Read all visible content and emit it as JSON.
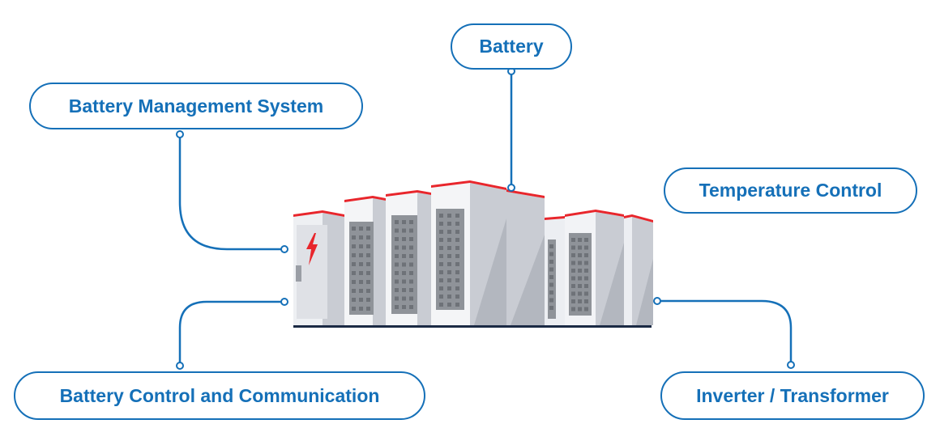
{
  "diagram": {
    "subject": "Battery energy storage system",
    "accent_color": "#1570b8",
    "highlight_color": "#e8262c",
    "components": [
      {
        "id": "battery",
        "label": "Battery",
        "connected": true
      },
      {
        "id": "bms",
        "label": "Battery Management System",
        "connected": true
      },
      {
        "id": "temp",
        "label": "Temperature Control",
        "connected": false
      },
      {
        "id": "bcc",
        "label": "Battery Control and Communication",
        "connected": true
      },
      {
        "id": "inv",
        "label": "Inverter / Transformer",
        "connected": true
      }
    ],
    "illustration": {
      "name": "battery-container-cluster",
      "icon": "lightning-bolt-icon"
    }
  }
}
